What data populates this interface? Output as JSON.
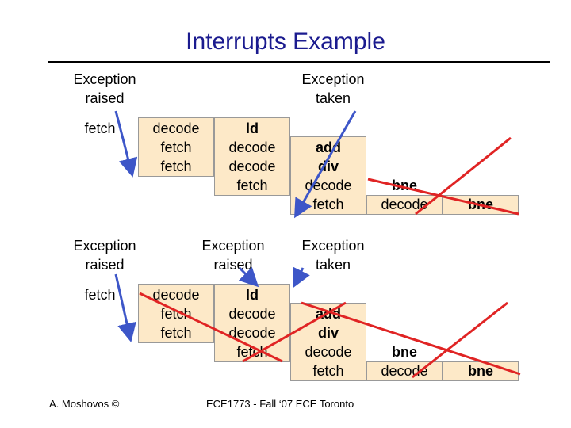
{
  "title": "Interrupts Example",
  "labels": {
    "exception_raised": "Exception\nraised",
    "exception_taken": "Exception\ntaken"
  },
  "stages": {
    "fetch": "fetch",
    "decode": "decode",
    "ld": "ld",
    "add": "add",
    "div": "div",
    "bne": "bne"
  },
  "footer": {
    "author": "A. Moshovos ©",
    "course": "ECE1773 - Fall ‘07 ECE Toronto"
  },
  "colors": {
    "title": "#1b1b8f",
    "cell_fill": "#fde9c8",
    "arrow": "#3d56c8",
    "cross": "#e02424"
  }
}
